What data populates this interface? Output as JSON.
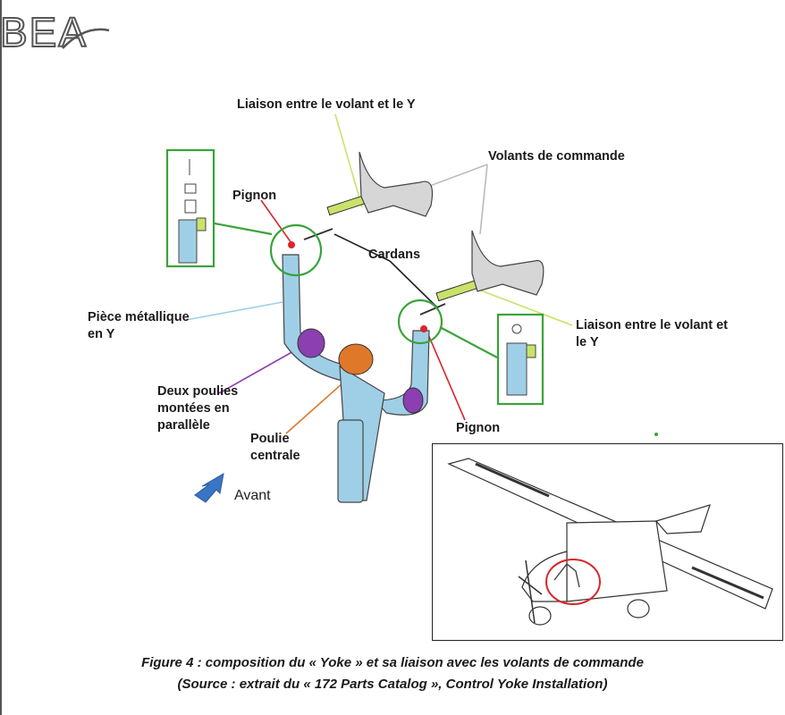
{
  "logo": {
    "text": "BEA"
  },
  "labels": {
    "liaison_top": "Liaison entre le volant et le Y",
    "volants": "Volants de commande",
    "pignon_top": "Pignon",
    "cardans": "Cardans",
    "piece_line1": "Pièce métallique",
    "piece_line2": "en Y",
    "liaison_right_line1": "Liaison entre le volant et",
    "liaison_right_line2": "le Y",
    "poulies_line1": "Deux poulies",
    "poulies_line2": "montées en",
    "poulies_line3": "parallèle",
    "pignon_bottom": "Pignon",
    "poulie_line1": "Poulie",
    "poulie_line2": "centrale",
    "avant": "Avant"
  },
  "caption": {
    "line1": "Figure 4 : composition du « Yoke » et sa liaison avec les volants de commande",
    "line2": "(Source : extrait du « 172 Parts Catalog », Control Yoke Installation)"
  },
  "colors": {
    "yoke_blue": "#9fcfe6",
    "pulley_purple": "#8b3fb0",
    "pulley_orange": "#e0782a",
    "link_green": "#c9e26a",
    "highlight_green": "#3aa33a",
    "pignon_red": "#d9262b",
    "arrow_blue": "#3a74c4",
    "leader_gray": "#b9b9b9"
  }
}
